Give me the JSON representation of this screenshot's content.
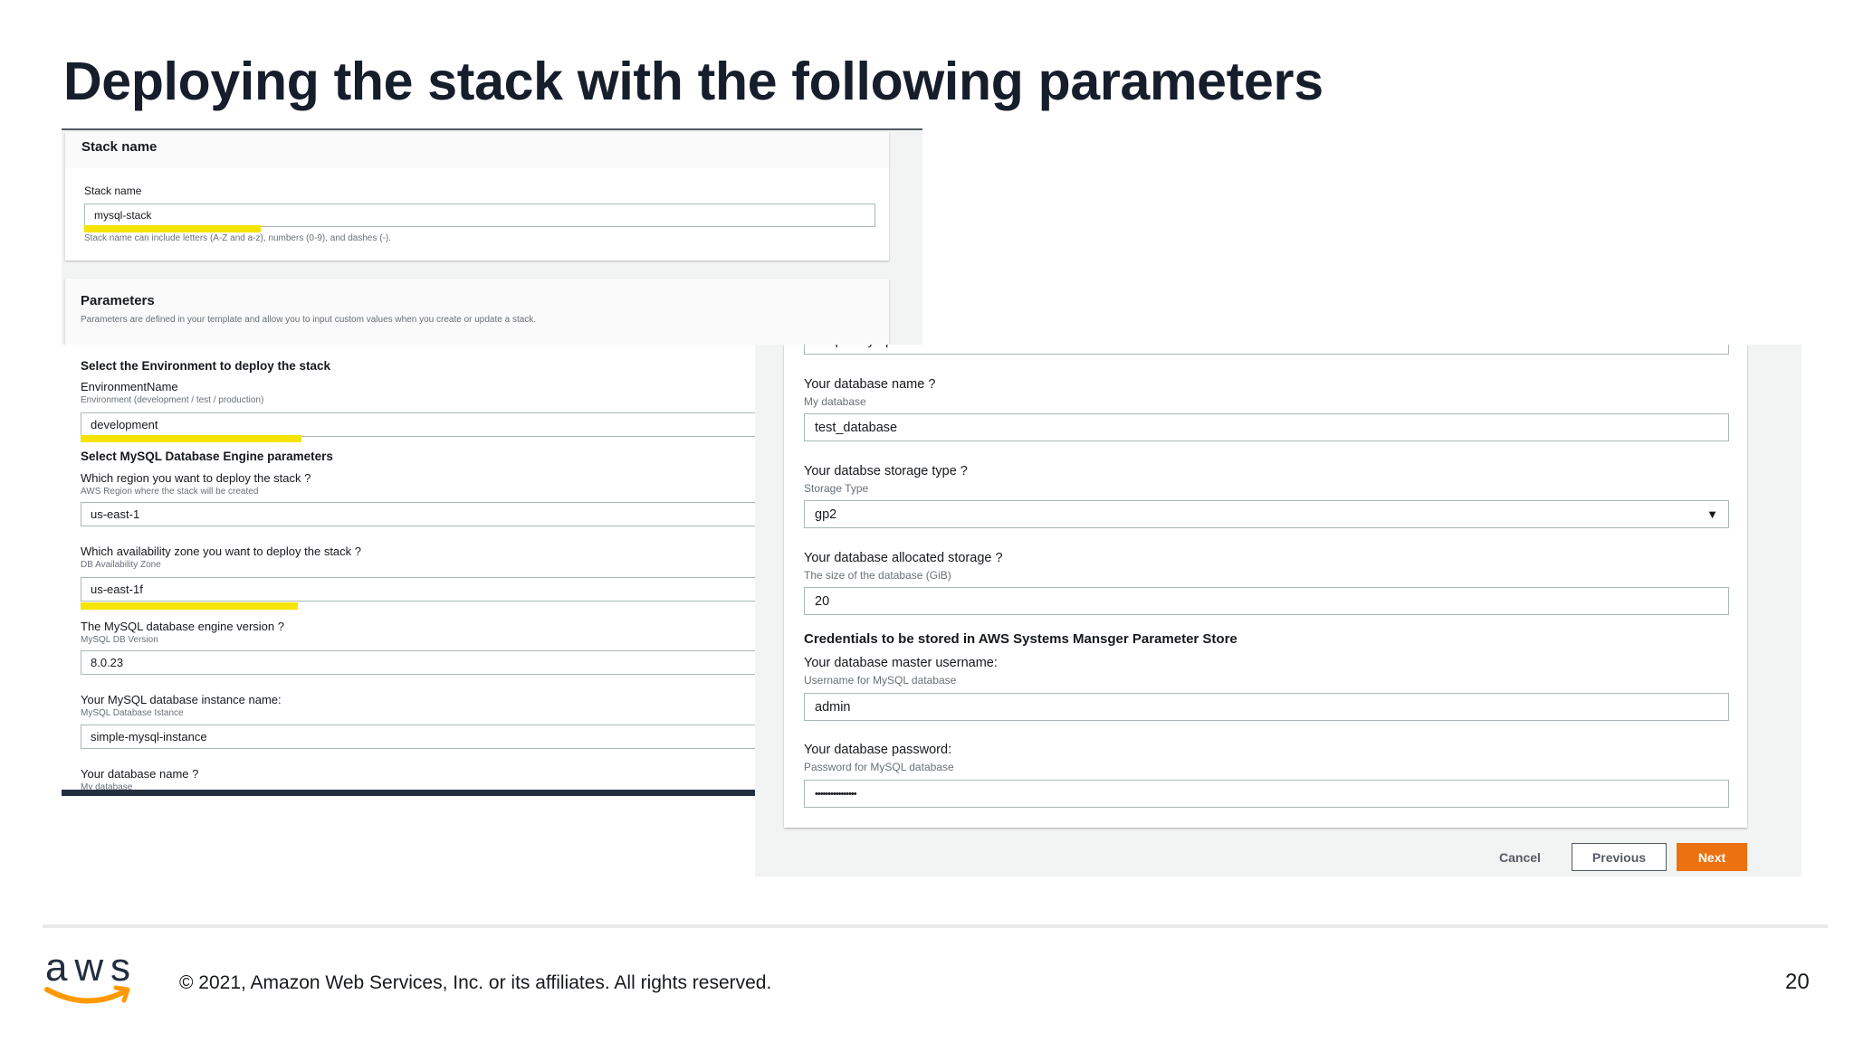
{
  "slide": {
    "title": "Deploying the stack with the following parameters",
    "copyright": "© 2021, Amazon Web Services, Inc. or its affiliates. All rights reserved.",
    "page_number": "20",
    "logo": "aws",
    "highlight_color": "#f5e400",
    "accent_color": "#ec7211"
  },
  "stack_card": {
    "heading": "Stack name",
    "label": "Stack name",
    "value": "mysql-stack",
    "hint": "Stack name can include letters (A-Z and a-z), numbers (0-9), and dashes (-)."
  },
  "params_card": {
    "heading": "Parameters",
    "hint": "Parameters are defined in your template and allow you to input custom values when you create or update a stack."
  },
  "left_form": {
    "section_env": "Select the Environment to deploy the stack",
    "section_engine": "Select MySQL Database Engine parameters",
    "fields": [
      {
        "label": "EnvironmentName",
        "hint": "Environment (development / test / production)",
        "value": "development"
      },
      {
        "label": "Which region you want to deploy the stack ?",
        "hint": "AWS Region where the stack will be created",
        "value": "us-east-1"
      },
      {
        "label": "Which availability zone you want to deploy the stack ?",
        "hint": "DB Availability Zone",
        "value": "us-east-1f"
      },
      {
        "label": "The MySQL database engine version ?",
        "hint": "MySQL DB Version",
        "value": "8.0.23"
      },
      {
        "label": "Your MySQL database instance name:",
        "hint": "MySQL Database Istance",
        "value": "simple-mysql-instance"
      },
      {
        "label": "Your database name ?",
        "hint": "My database"
      }
    ]
  },
  "right_form": {
    "cut_value": "simple-mysql-instance",
    "fields": [
      {
        "label": "Your database name ?",
        "hint": "My database",
        "value": "test_database"
      },
      {
        "label": "Your databse storage type ?",
        "hint": "Storage Type",
        "value": "gp2",
        "icon": "caret-down-icon"
      },
      {
        "label": "Your database allocated storage ?",
        "hint": "The size of the database (GiB)",
        "value": "20"
      }
    ],
    "credentials_heading": "Credentials to be stored in AWS Systems Mansger Parameter Store",
    "cred_fields": [
      {
        "label": "Your database master username:",
        "hint": "Username for MySQL database",
        "value": "admin"
      },
      {
        "label": "Your database password:",
        "hint": "Password for MySQL database",
        "value": "••••••••••••••••"
      }
    ],
    "buttons": {
      "cancel": "Cancel",
      "previous": "Previous",
      "next": "Next"
    }
  }
}
